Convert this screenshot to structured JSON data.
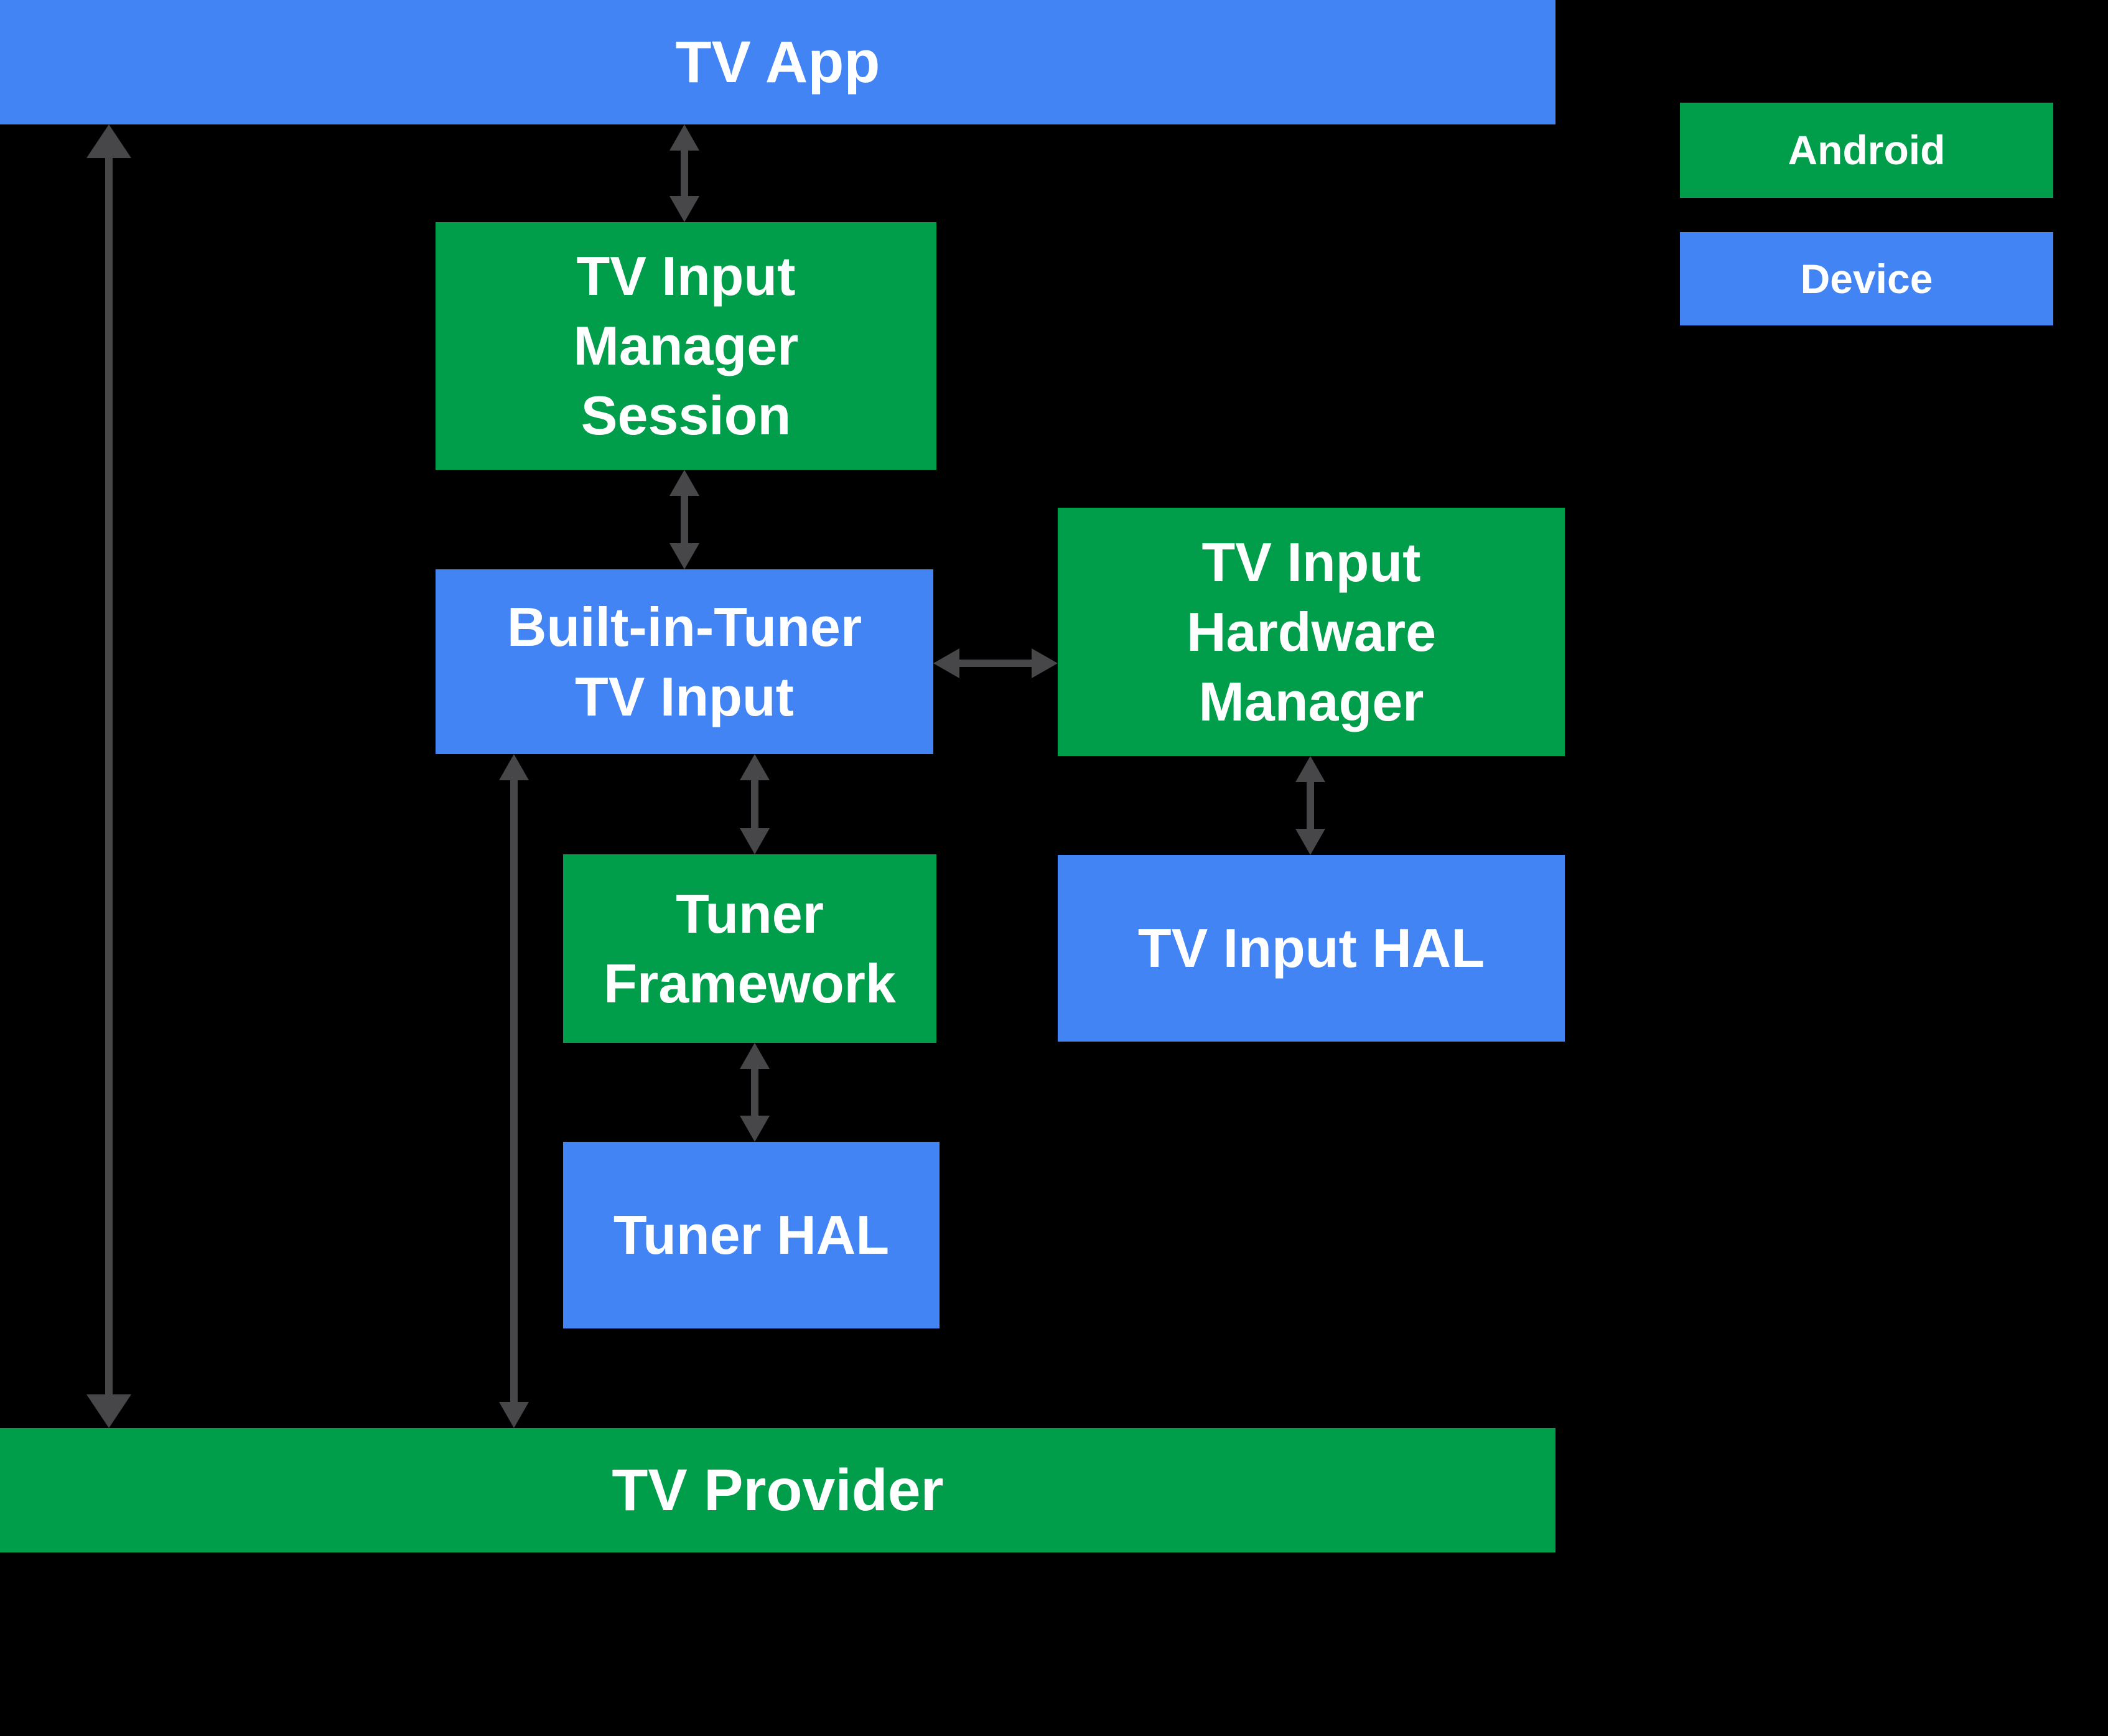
{
  "colors": {
    "android_green": "#009D4B",
    "device_blue": "#4284F4",
    "arrow_gray": "#47474A",
    "background": "#000000",
    "text": "#FFFFFF"
  },
  "boxes": {
    "tv_app": {
      "label": "TV App",
      "category": "Device"
    },
    "tv_input_manager_session": {
      "label": "TV Input\nManager\nSession",
      "category": "Android"
    },
    "built_in_tuner_tv_input": {
      "label": "Built-in-Tuner\nTV Input",
      "category": "Device"
    },
    "tv_input_hardware_manager": {
      "label": "TV Input\nHardware\nManager",
      "category": "Android"
    },
    "tuner_framework": {
      "label": "Tuner\nFramework",
      "category": "Android"
    },
    "tv_input_hal": {
      "label": "TV Input HAL",
      "category": "Device"
    },
    "tuner_hal": {
      "label": "Tuner HAL",
      "category": "Device"
    },
    "tv_provider": {
      "label": "TV Provider",
      "category": "Android"
    }
  },
  "legend": {
    "android_label": "Android",
    "device_label": "Device"
  },
  "connections": [
    {
      "from": "tv_app",
      "to": "tv_input_manager_session",
      "direction": "bidirectional"
    },
    {
      "from": "tv_app",
      "to": "tv_provider",
      "direction": "bidirectional"
    },
    {
      "from": "tv_input_manager_session",
      "to": "built_in_tuner_tv_input",
      "direction": "bidirectional"
    },
    {
      "from": "built_in_tuner_tv_input",
      "to": "tv_input_hardware_manager",
      "direction": "bidirectional"
    },
    {
      "from": "built_in_tuner_tv_input",
      "to": "tuner_framework",
      "direction": "bidirectional"
    },
    {
      "from": "built_in_tuner_tv_input",
      "to": "tv_provider",
      "direction": "bidirectional"
    },
    {
      "from": "tv_input_hardware_manager",
      "to": "tv_input_hal",
      "direction": "bidirectional"
    },
    {
      "from": "tuner_framework",
      "to": "tuner_hal",
      "direction": "bidirectional"
    }
  ]
}
